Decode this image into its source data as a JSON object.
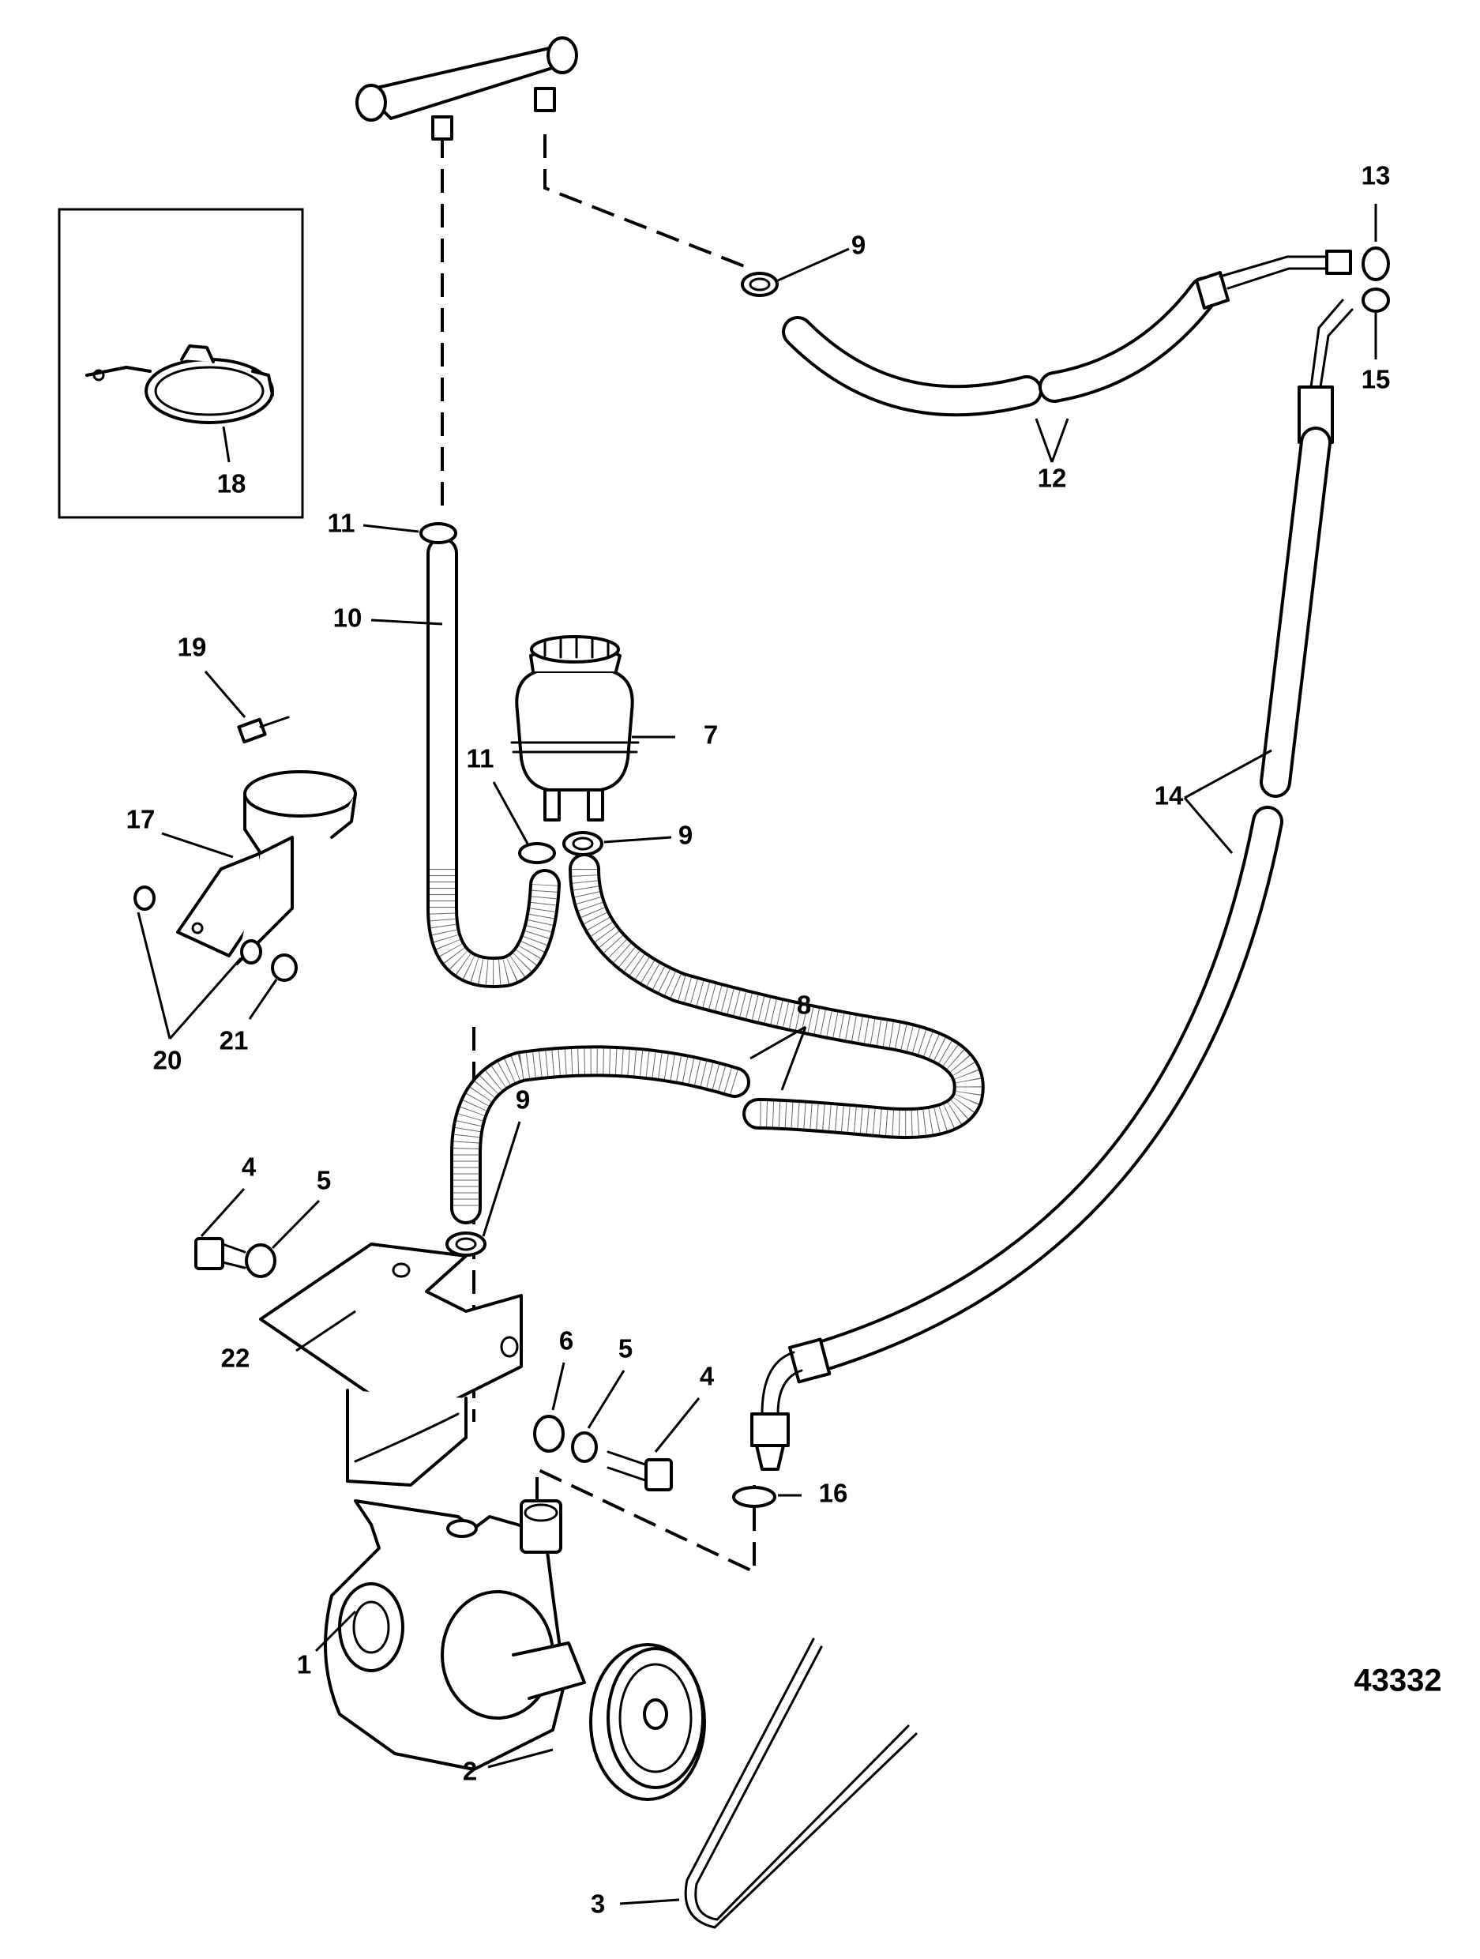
{
  "figure_number": "43332",
  "callouts": {
    "c1": "1",
    "c2": "2",
    "c3": "3",
    "c4a": "4",
    "c4b": "4",
    "c5a": "5",
    "c5b": "5",
    "c6": "6",
    "c7": "7",
    "c8": "8",
    "c9a": "9",
    "c9b": "9",
    "c9c": "9",
    "c10": "10",
    "c11a": "11",
    "c11b": "11",
    "c12": "12",
    "c13": "13",
    "c14": "14",
    "c15": "15",
    "c16": "16",
    "c17": "17",
    "c18": "18",
    "c19": "19",
    "c20": "20",
    "c21": "21",
    "c22": "22"
  }
}
